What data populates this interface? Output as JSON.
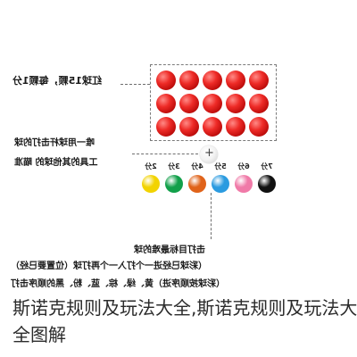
{
  "annotations": {
    "reds": "红球15颗，每颗1分",
    "cue": "唯一用球杆击打的球 工具",
    "cue_line1": "唯一用球杆击打的球",
    "cue_line2": "工具的其他球的  瞄准",
    "target_line1": "击打目标最难的球",
    "target_line2": "（彩球已经进一个打入一个再打球（位置要已经）",
    "target_line3": "（彩球按顺序进）黄、绿、棕、蓝、粉、黑的顺序击打"
  },
  "colour_balls": [
    {
      "name": "yellow",
      "points": "2分",
      "color": "#f2d300"
    },
    {
      "name": "green",
      "points": "3分",
      "color": "#12a04a"
    },
    {
      "name": "brown",
      "points": "4分",
      "color": "#e0631a"
    },
    {
      "name": "blue",
      "points": "5分",
      "color": "#2b9be0"
    },
    {
      "name": "pink",
      "points": "6分",
      "color": "#f07aa8"
    },
    {
      "name": "black",
      "points": "7分",
      "color": "#111111"
    }
  ],
  "cue_ball_mark": "+",
  "caption": "斯诺克规则及玩法大全,斯诺克规则及玩法大全图解"
}
